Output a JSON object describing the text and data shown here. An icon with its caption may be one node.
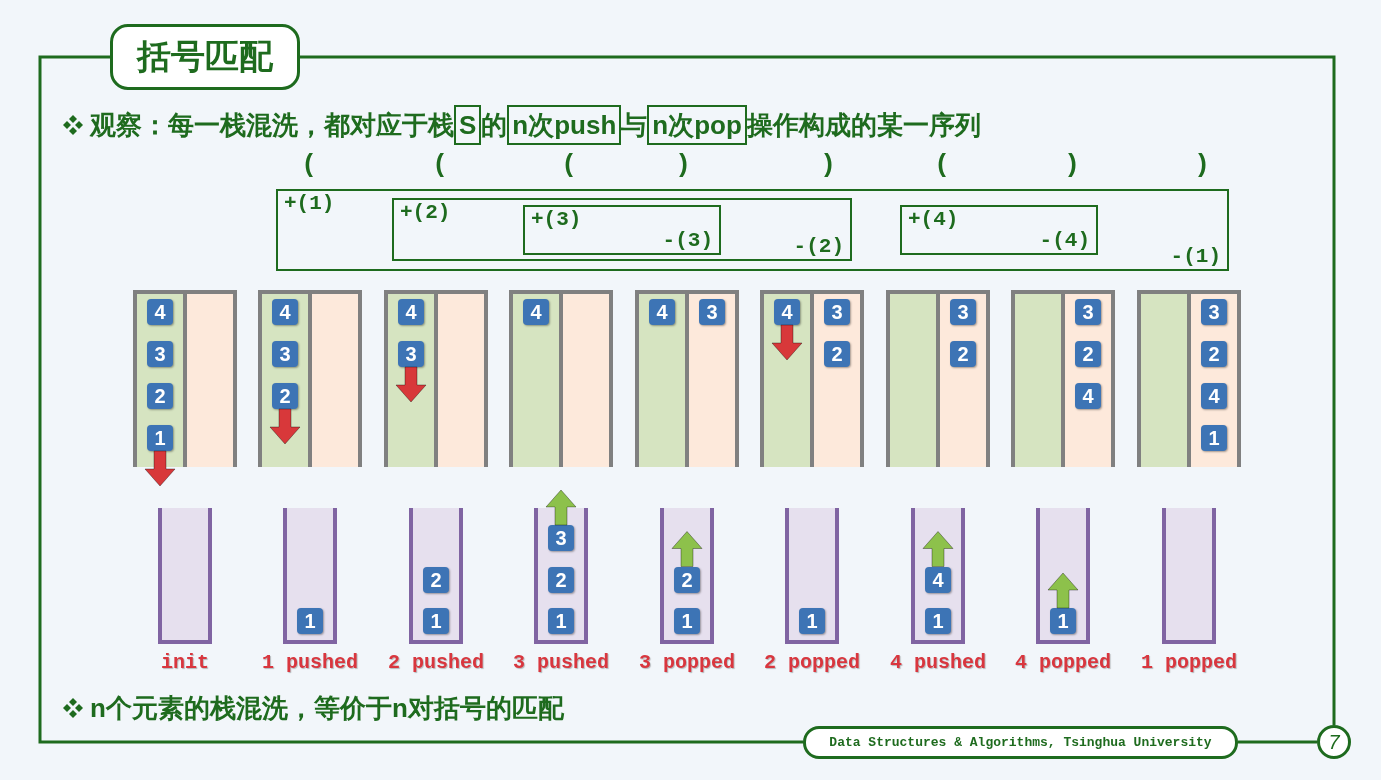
{
  "diagram": {
    "title": "括号匹配",
    "nodes": [
      {
        "text": [
          "+(1)",
          "-(1)"
        ]
      },
      {
        "text": [
          "+(2)",
          "-(2)"
        ],
        "in": 0
      },
      {
        "text": [
          "+(3)",
          "-(3)"
        ],
        "in": 1
      },
      {
        "text": [
          "+(4)",
          "-(4)"
        ],
        "in": 0
      },
      {
        "text": [
          "S"
        ]
      },
      {
        "text": [
          "n次push"
        ]
      },
      {
        "text": [
          "n次pop"
        ]
      },
      {
        "text": [
          "Data Structures & Algorithms, Tsinghua University"
        ]
      },
      {
        "text": [
          "7"
        ]
      },
      {
        "text": [],
        "shape": "box"
      },
      {
        "text": [
          "4"
        ],
        "in": 9
      },
      {
        "text": [
          "3"
        ],
        "in": 9
      },
      {
        "text": [
          "2"
        ],
        "in": 9
      },
      {
        "text": [
          "1"
        ],
        "in": 9
      },
      {
        "text": [],
        "shape": "box"
      },
      {
        "text": [],
        "shape": "box",
        "beside": [
          "init"
        ]
      },
      {
        "text": [],
        "shape": "box"
      },
      {
        "text": [
          "4"
        ],
        "in": 16
      },
      {
        "text": [
          "3"
        ],
        "in": 16
      },
      {
        "text": [
          "2"
        ],
        "in": 16
      },
      {
        "text": [],
        "shape": "box"
      },
      {
        "text": [],
        "shape": "box",
        "beside": [
          "1 pushed"
        ]
      },
      {
        "text": [
          "1"
        ],
        "in": 21
      },
      {
        "text": [],
        "shape": "box"
      },
      {
        "text": [
          "4"
        ],
        "in": 23
      },
      {
        "text": [
          "3"
        ],
        "in": 23
      },
      {
        "text": [],
        "shape": "box"
      },
      {
        "text": [],
        "shape": "box",
        "beside": [
          "2 pushed"
        ]
      },
      {
        "text": [
          "2"
        ],
        "in": 27
      },
      {
        "text": [
          "1"
        ],
        "in": 27
      },
      {
        "text": [],
        "shape": "box"
      },
      {
        "text": [
          "4"
        ],
        "in": 30
      },
      {
        "text": [],
        "shape": "box"
      },
      {
        "text": [],
        "shape": "box",
        "beside": [
          "3 pushed"
        ]
      },
      {
        "text": [
          "3"
        ],
        "in": 33
      },
      {
        "text": [
          "2"
        ],
        "in": 33
      },
      {
        "text": [
          "1"
        ],
        "in": 33
      },
      {
        "text": [],
        "shape": "box"
      },
      {
        "text": [
          "4"
        ],
        "in": 37
      },
      {
        "text": [],
        "shape": "box"
      },
      {
        "text": [
          "3"
        ],
        "in": 39
      },
      {
        "text": [],
        "shape": "box",
        "beside": [
          "3 popped"
        ]
      },
      {
        "text": [
          "2"
        ],
        "in": 41
      },
      {
        "text": [
          "1"
        ],
        "in": 41
      },
      {
        "text": [],
        "shape": "box"
      },
      {
        "text": [
          "4"
        ],
        "in": 44
      },
      {
        "text": [],
        "shape": "box"
      },
      {
        "text": [
          "3"
        ],
        "in": 46
      },
      {
        "text": [
          "2"
        ],
        "in": 46
      },
      {
        "text": [],
        "shape": "box",
        "beside": [
          "2 popped"
        ]
      },
      {
        "text": [
          "1"
        ],
        "in": 49
      },
      {
        "text": [],
        "shape": "box"
      },
      {
        "text": [],
        "shape": "box"
      },
      {
        "text": [
          "3"
        ],
        "in": 52
      },
      {
        "text": [
          "2"
        ],
        "in": 52
      },
      {
        "text": [],
        "shape": "box",
        "beside": [
          "4 pushed"
        ]
      },
      {
        "text": [
          "4"
        ],
        "in": 55
      },
      {
        "text": [
          "1"
        ],
        "in": 55
      },
      {
        "text": [],
        "shape": "box"
      },
      {
        "text": [],
        "shape": "box"
      },
      {
        "text": [
          "3"
        ],
        "in": 59
      },
      {
        "text": [
          "2"
        ],
        "in": 59
      },
      {
        "text": [
          "4"
        ],
        "in": 59
      },
      {
        "text": [],
        "shape": "box",
        "beside": [
          "4 popped"
        ]
      },
      {
        "text": [
          "1"
        ],
        "in": 63
      },
      {
        "text": [],
        "shape": "box"
      },
      {
        "text": [],
        "shape": "box"
      },
      {
        "text": [
          "3"
        ],
        "in": 66
      },
      {
        "text": [
          "2"
        ],
        "in": 66
      },
      {
        "text": [
          "4"
        ],
        "in": 66
      },
      {
        "text": [
          "1"
        ],
        "in": 66
      },
      {
        "text": [],
        "shape": "box",
        "beside": [
          "1 popped"
        ]
      }
    ],
    "edges": [
      {
        "from": 13,
        "to": null,
        "arrow": "to"
      },
      {
        "from": 19,
        "to": null,
        "arrow": "to"
      },
      {
        "from": 25,
        "to": null,
        "arrow": "to"
      },
      {
        "from": 34,
        "to": null,
        "arrow": "to",
        "color": "#8dc14b"
      },
      {
        "from": 42,
        "to": null,
        "arrow": "to",
        "color": "#8dc14b"
      },
      {
        "from": 45,
        "to": null,
        "arrow": "to"
      },
      {
        "from": 56,
        "to": null,
        "arrow": "to",
        "color": "#8dc14b"
      },
      {
        "from": 64,
        "to": null,
        "arrow": "to",
        "color": "#8dc14b"
      }
    ],
    "labels": [
      "观察：每一栈混洗，都对应于栈",
      "的",
      "与",
      "操作构成的某一序列",
      "(",
      "(",
      "(",
      ")",
      ")",
      "(",
      ")",
      ")",
      "n个元素的栈混洗，等价于n对括号的匹配"
    ]
  }
}
